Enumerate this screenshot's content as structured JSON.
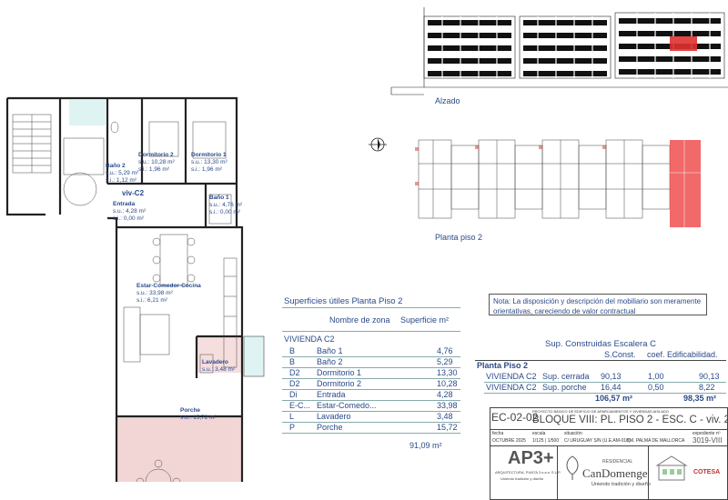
{
  "elevation": {
    "label": "Alzado"
  },
  "floor_key": {
    "label": "Planta piso 2"
  },
  "rooms": {
    "bano2": {
      "name": "Baño 2",
      "su": "s.u.: 5,29 m²",
      "si": "s.i.: 1,12 m²"
    },
    "dorm2": {
      "name": "Dormitorio 2",
      "su": "s.u.: 10,28 m²",
      "si": "s.i.: 1,96 m²"
    },
    "dorm1": {
      "name": "Dormitorio 1",
      "su": "s.u.: 13,30 m²",
      "si": "s.i.: 1,96 m²"
    },
    "viv": {
      "name": "viv-C2"
    },
    "entrada": {
      "name": "Entrada",
      "su": "s.u.: 4,28 m²",
      "si": "s.i.: 0,00 m²"
    },
    "bano1": {
      "name": "Baño 1",
      "su": "s.u.: 4,76 m²",
      "si": "s.i.: 0,00 m²"
    },
    "estar": {
      "name": "Estar-Comedor-Cocina",
      "su": "s.u.: 33,98 m²",
      "si": "s.i.: 6,21 m²"
    },
    "lavadero": {
      "name": "Lavadero",
      "su": "s.u.: 3,48 m²"
    },
    "porche": {
      "name": "Porche",
      "su": "s.u.: 15,72 m²"
    }
  },
  "useful": {
    "title": "Superficies útiles Planta Piso 2",
    "col_zone": "Nombre de zona",
    "col_area": "Superficie m²",
    "dwelling": "VIVIENDA C2",
    "rows": [
      {
        "code": "B",
        "name": "Baño 1",
        "area": "4,76"
      },
      {
        "code": "B",
        "name": "Baño 2",
        "area": "5,29"
      },
      {
        "code": "D2",
        "name": "Dormitorio 1",
        "area": "13,30"
      },
      {
        "code": "D2",
        "name": "Dormitorio 2",
        "area": "10,28"
      },
      {
        "code": "Di",
        "name": "Entrada",
        "area": "4,28"
      },
      {
        "code": "E-C...",
        "name": "Estar-Comedo...",
        "area": "33,98"
      },
      {
        "code": "L",
        "name": "Lavadero",
        "area": "3,48"
      },
      {
        "code": "P",
        "name": "Porche",
        "area": "15,72"
      }
    ],
    "total": "91,09 m²"
  },
  "note": "Nota: La disposición y descripción del mobiliario son meramente orientativas, careciendo de valor contractual",
  "built": {
    "title": "Sup. Construidas Escalera C",
    "col_sconst": "S.Const.",
    "col_coef": "coef.",
    "col_edif": "Edificabilidad.",
    "floor": "Planta Piso 2",
    "rows": [
      {
        "viv": "VIVIENDA C2",
        "type": "Sup. cerrada",
        "sconst": "90,13",
        "coef": "1,00",
        "edif": "90,13"
      },
      {
        "viv": "VIVIENDA C2",
        "type": "Sup. porche",
        "sconst": "16,44",
        "coef": "0,50",
        "edif": "8,22"
      }
    ],
    "total_const": "106,57 m²",
    "total_edif": "98,35 m²"
  },
  "titleblock": {
    "code": "EC-02-02",
    "project": "PROYECTO BÁSICO DE EDIFICIO DE APARCAMIENTOS Y VIVIENDAS AISLADO",
    "title": "BLOQUE VIII: PL. PISO 2 - ESC. C - viv. 2",
    "lbl_fecha": "fecha",
    "fecha": "OCTUBRE 2025",
    "lbl_escala": "escala",
    "escala": "1/125 | 1/500",
    "lbl_situacion": "situación",
    "situacion": "C/ URUGUAY S/N (U.E.AM-01d)",
    "municipio": "T.M. PALMA DE MALLORCA",
    "lbl_expediente": "expediente nº",
    "expediente": "3019-VIII",
    "ap3_logo": "AP3+",
    "ap3_text": "ARQUITECTURA, PUNTA 3 s.a.s. S.L.P.",
    "ap3_sub": "Uniendo tradición y diseño",
    "candomenge_small": "RESIDENCIAL",
    "candomenge": "CanDomenge",
    "candomenge_sub": "Uniendo tradición y diseño",
    "cotesa": "COTESA"
  }
}
